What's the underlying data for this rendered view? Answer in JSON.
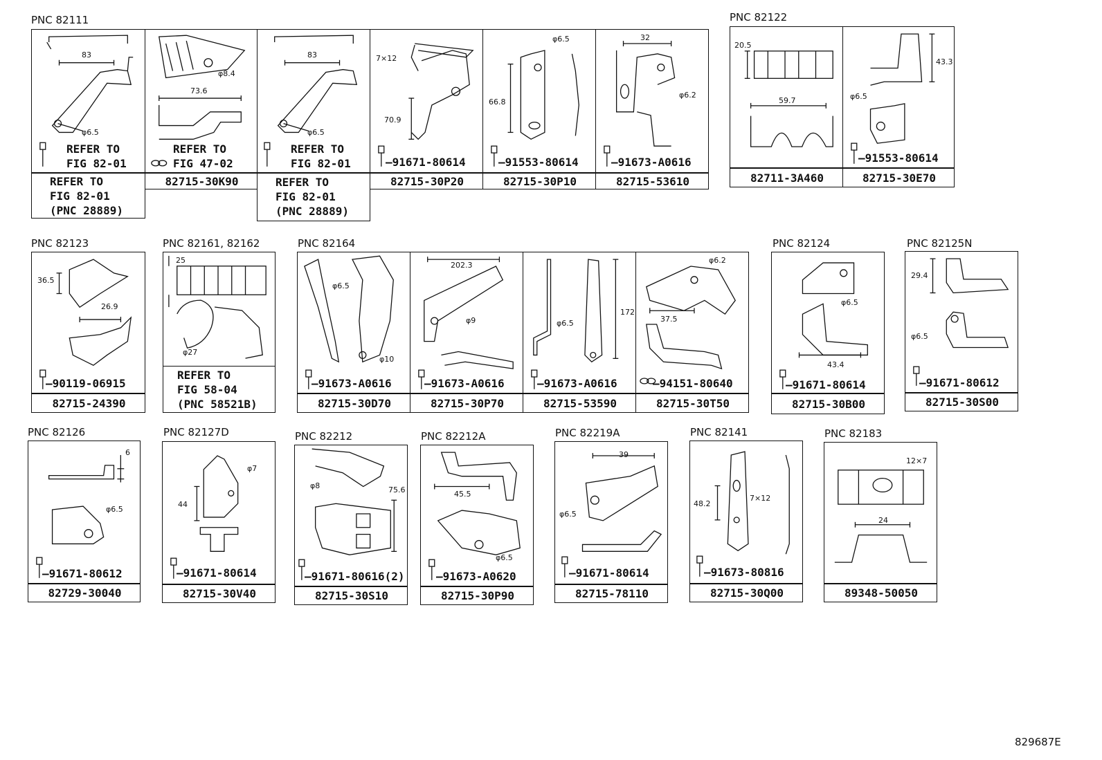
{
  "pnc_labels": {
    "g1": "PNC 82111",
    "g2": "PNC 82122",
    "g3": "PNC 82123",
    "g4": "PNC 82161, 82162",
    "g5": "PNC 82164",
    "g6": "PNC 82124",
    "g7": "PNC 82125N",
    "g8": "PNC 82126",
    "g9": "PNC 82127D",
    "g10": "PNC 82212",
    "g11": "PNC 82212A",
    "g12": "PNC 82219A",
    "g13": "PNC 82141",
    "g14": "PNC 82183"
  },
  "refer": {
    "line1": "REFER TO",
    "fig8201": "FIG 82-01",
    "fig4702": "FIG 47-02",
    "fig5804": "FIG 58-04",
    "pnc28889": "(PNC 28889)",
    "pnc58521b": "(PNC 58521B)"
  },
  "parts": {
    "p1": "82715-30K90",
    "p2": "82715-30P20",
    "p3": "82715-30P10",
    "p4": "82715-53610",
    "p5": "82711-3A460",
    "p6": "82715-30E70",
    "p7": "82715-24390",
    "p8": "82715-30D70",
    "p9": "82715-30P70",
    "p10": "82715-53590",
    "p11": "82715-30T50",
    "p12": "82715-30B00",
    "p13": "82715-30S00",
    "p14": "82729-30040",
    "p15": "82715-30V40",
    "p16": "82715-30S10",
    "p17": "82715-30P90",
    "p18": "82715-78110",
    "p19": "82715-30Q00",
    "p20": "89348-50050"
  },
  "bolts": {
    "b1": "91671-80614",
    "b2": "91553-80614",
    "b3": "91673-A0616",
    "b4": "91553-80614",
    "b5": "90119-06915",
    "b6": "91673-A0616",
    "b7": "91673-A0616",
    "b8": "91673-A0616",
    "b9": "94151-80640",
    "b10": "91671-80614",
    "b11": "91671-80612",
    "b12": "91671-80612",
    "b13": "91671-80614",
    "b14": "91671-80616(2)",
    "b15": "91673-A0620",
    "b16": "91671-80614",
    "b17": "91673-80816"
  },
  "dims": {
    "d83": "83",
    "d65": "φ6.5",
    "d84": "φ8.4",
    "d736": "73.6",
    "d7x12": "7×12",
    "d709": "70.9",
    "d668": "66.8",
    "d32": "32",
    "d62": "φ6.2",
    "d205": "20.5",
    "d597": "59.7",
    "d433": "43.3",
    "d365": "36.5",
    "d269": "26.9",
    "d25": "25",
    "d27": "φ27",
    "d2023": "202.3",
    "d9": "φ9",
    "d10": "φ10",
    "d172": "172",
    "d375": "37.5",
    "d434": "43.4",
    "d294": "29.4",
    "d6": "6",
    "d7": "φ7",
    "d44": "44",
    "d8": "φ8",
    "d756": "75.6",
    "d455": "45.5",
    "d39": "39",
    "d482": "48.2",
    "d12x7": "12×7",
    "d24": "24"
  },
  "drawing_code": "829687E"
}
